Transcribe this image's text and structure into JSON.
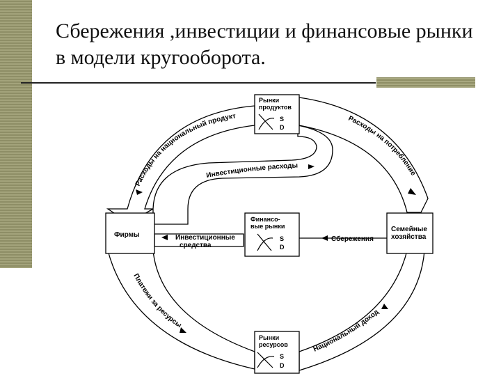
{
  "title": "Сбережения ,инвестиции и финансовые рынки в модели кругооборота.",
  "boxes": {
    "product_market": {
      "line1": "Рынки",
      "line2": "продуктов",
      "s": "S",
      "d": "D"
    },
    "firms": {
      "line1": "Фирмы"
    },
    "financial_market": {
      "line1": "Финансо-",
      "line2": "вые рынки",
      "s": "S",
      "d": "D"
    },
    "households": {
      "line1": "Семейные",
      "line2": "хозяйства"
    },
    "resource_market": {
      "line1": "Рынки",
      "line2": "ресурсов",
      "s": "S",
      "d": "D"
    }
  },
  "flows": {
    "national_product": "Расходы на национальный продукт",
    "consumer_spending": "Расходы на потребление",
    "investment_spending": "Инвестиционные расходы",
    "investment_funds_1": "Инвестиционные",
    "investment_funds_2": "средства",
    "savings": "Сбережения",
    "resource_payments": "Платежи за ресурсы",
    "national_income": "Национальный доход"
  },
  "colors": {
    "accent_bar": "#9a9a72",
    "line": "#000000"
  }
}
